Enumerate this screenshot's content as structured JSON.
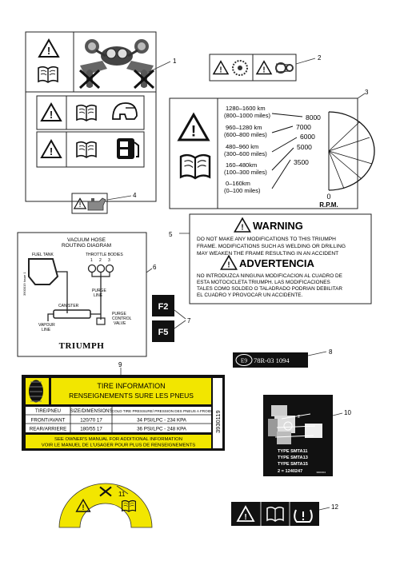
{
  "callouts": [
    "1",
    "2",
    "3",
    "4",
    "5",
    "6",
    "7",
    "8",
    "9",
    "10",
    "11",
    "12"
  ],
  "rpm_label": {
    "rows": [
      {
        "km": "1280–1600 km",
        "miles": "(800–1000 miles)",
        "rpm": "8000"
      },
      {
        "km": "960–1280 km",
        "miles": "(600–800 miles)",
        "rpm": "7000"
      },
      {
        "km": "480–960 km",
        "miles": "(300–600 miles)",
        "rpm": "6000"
      },
      {
        "km": "160–480km",
        "miles": "(100–300 miles)",
        "rpm": "5000"
      },
      {
        "km": "0–160km",
        "miles": "(0–100 miles)",
        "rpm": "3500"
      }
    ],
    "zero": "0",
    "unit": "R.P.M."
  },
  "warning_label": {
    "en_title": "WARNING",
    "en_lines": [
      "DO  NOT MAKE ANY MODIFICATIONS TO THIS TRIUMPH",
      "FRAME.  MODIFICATIONS SUCH AS WELDING OR DRILLING",
      "MAY WEAKEN THE FRAME RESULTING IN AN ACCIDENT"
    ],
    "es_title": "ADVERTENCIA",
    "es_lines": [
      "NO INTRODUZCA NINGUNA MODIFICACION AL CUADRO DE",
      "ESTA MOTOCICLETA TRIUMPH.  LAS MODIFICACIONES",
      "TALES COMO SOLDEO O TALADRADO PODRIAN DEBILITAR",
      "EL CUADRO Y PROVOCAR UN ACCIDENTE."
    ]
  },
  "vacuum_label": {
    "title_lines": [
      "VACUUM HOSE",
      "ROUTING DIAGRAM"
    ],
    "fuel_tank": "FUEL TANK",
    "throttle_bodies": "THROTTLE BODIES",
    "tb_numbers": [
      "1",
      "2",
      "3"
    ],
    "purge_line": [
      "PURGE",
      "LINE"
    ],
    "canister": "CANISTER",
    "vapour_line": [
      "VAPOUR",
      "LINE"
    ],
    "purge_control": [
      "PURGE",
      "CONTROL",
      "VALVE"
    ],
    "side_code": "3900019 Issue 1",
    "brand": "TRIUMPH"
  },
  "fuse_tags": [
    "F2",
    "F5"
  ],
  "approval_label": {
    "mark": "E9",
    "code": "78R-03 1094"
  },
  "tire_label": {
    "title": "TIRE INFORMATION",
    "subtitle": "RENSEIGNEMENTS SURE LES PNEUS",
    "headers": [
      "TIRE/PNEU",
      "SIZE/DIMENSIONS",
      "COLD TIRE PRESSURE/ PRESSION DES PNEUS A FROID"
    ],
    "rows": [
      [
        "FRONT/AVANT",
        "120/70 17",
        "34 PSI/LPC - 234 KPA"
      ],
      [
        "REAR/ARRIERE",
        "180/55 17",
        "36 PSI/LPC - 248 KPA"
      ]
    ],
    "footer": [
      "SEE OWNER'S MANUAL FOR ADDITIONAL INFORMATION",
      "VOIR LE MANUEL DE L'USAGER POUR PLUS DE RENSEIGNEMENTS"
    ],
    "part_no": "3930119"
  },
  "type_label": {
    "num": "2",
    "types": [
      "TYPE SMTA11",
      "TYPE SMTA13",
      "TYPE SMTA15"
    ],
    "part": "2 = 1240247",
    "code": "3900304"
  },
  "colors": {
    "yellow": "#f2e600",
    "black": "#111111",
    "line": "#222222"
  }
}
